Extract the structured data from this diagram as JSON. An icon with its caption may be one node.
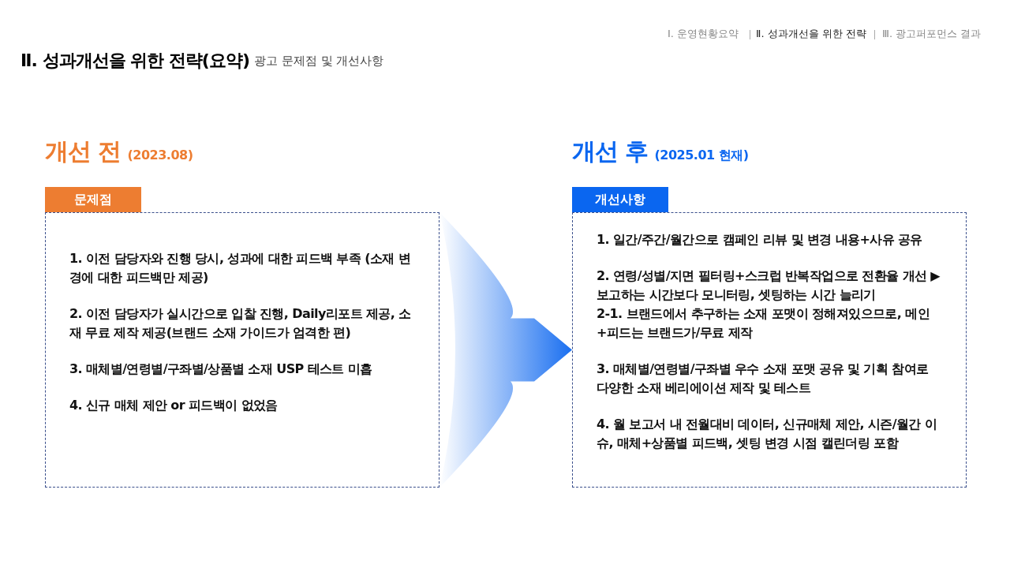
{
  "diagram": {
    "title": "Ⅱ. 성과개선을 위한 전략(요약)",
    "nodes": [
      {
        "text": [
          "개선 전",
          "(2023.08)",
          "문제점",
          "1. 이전 담당자와 진행 당시, 성과에 대한 피드백 부족 (소재 변경에 대한 피드백만 제공)",
          "2. 이전 담당자가 실시간으로 입찰 진행, Daily리포트 제공, 소재 무료 제작 제공(브랜드 소재 가이드가 엄격한 편)",
          "3. 매체별/연령별/구좌별/상품별 소재 USP 테스트 미흡",
          "4. 신규 매체 제안 or 피드백이 없었음"
        ]
      },
      {
        "text": [
          "개선 후",
          "(2025.01 현재)",
          "개선사항",
          "1. 일간/주간/월간으로 캠페인 리뷰 및 변경 내용+사유 공유",
          "2. 연령/성별/지면 필터링+스크럽 반복작업으로 전환율 개선 ▶ 보고하는 시간보다 모니터링, 셋팅하는 시간 늘리기",
          "2-1. 브랜드에서 추구하는 소재 포맷이 정해져있으므로, 메인+피드는 브랜드가/무료 제작",
          "3. 매체별/연령별/구좌별 우수 소재 포맷 공유 및 기획 참여로 다양한 소재 베리에이션 제작 및 테스트",
          "4. 월 보고서 내 전월대비 데이터, 신규매체 제안, 시즌/월간 이슈, 매체+상품별 피드백, 셋팅 변경 시점 캘린더링 포함"
        ]
      }
    ],
    "edges": [
      {
        "from": 0,
        "to": 1,
        "arrow": "to"
      }
    ],
    "labels": [
      "Ⅰ. 운영현황요약",
      "Ⅱ. 성과개선을 위한 전략",
      "Ⅲ. 광고퍼포먼스 결과",
      "광고 문제점 및 개선사항"
    ]
  }
}
